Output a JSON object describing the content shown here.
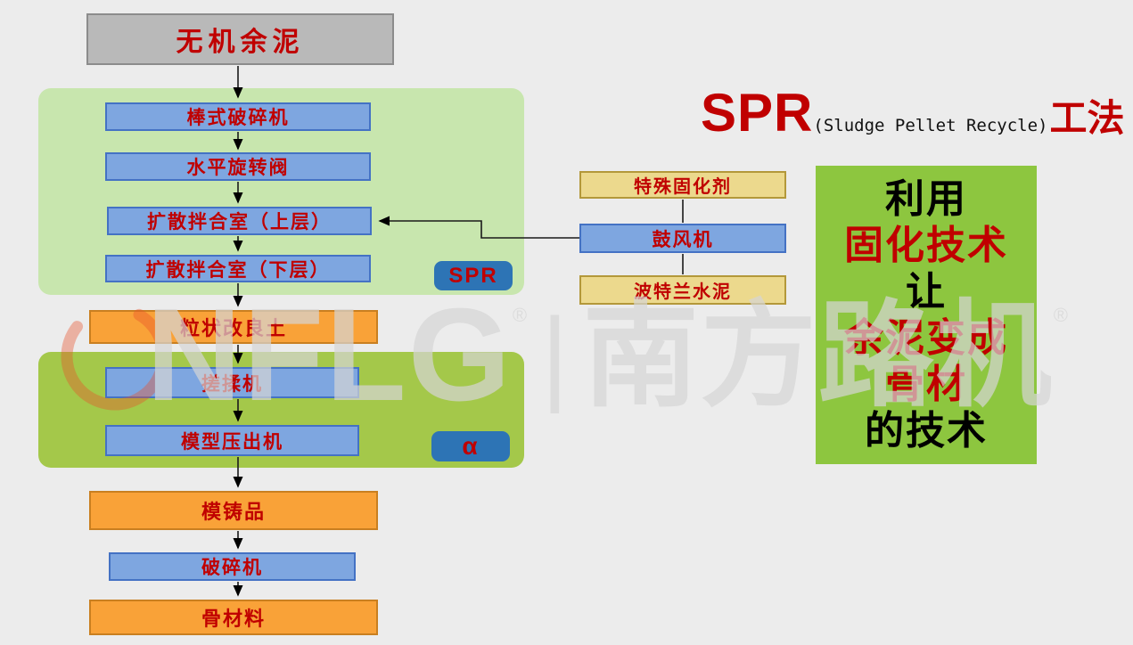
{
  "colors": {
    "bg": "#ececec",
    "red-text": "#c00000",
    "blue-fill": "#7ea6e0",
    "blue-border": "#4472c4",
    "orange-fill": "#f9a238",
    "orange-border": "#c97f20",
    "yellow-fill": "#ecd98d",
    "yellow-border": "#b3983a",
    "gray-fill": "#b9b9b9",
    "gray-border": "#8c8c8c",
    "green-light": "#c8e6ae",
    "green-mid": "#a4c84a",
    "green-panel": "#8dc63f",
    "badge-fill": "#2d74b5"
  },
  "title": {
    "spr": "SPR",
    "subtitle": "(Sludge Pellet Recycle)",
    "method": "工法"
  },
  "flow": {
    "source": "无机余泥",
    "stage1": [
      "棒式破碎机",
      "水平旋转阀",
      "扩散拌合室（上层）",
      "扩散拌合室（下层）"
    ],
    "stage1_badge": "SPR",
    "granular": "粒状改良土",
    "stage2": [
      "搓揉机",
      "模型压出机"
    ],
    "stage2_badge": "α",
    "molded": "模铸品",
    "crusher": "破碎机",
    "aggregate": "骨材料"
  },
  "additives": [
    "特殊固化剂",
    "鼓风机",
    "波特兰水泥"
  ],
  "panel": {
    "lines": [
      {
        "text": "利用",
        "emphasis": false
      },
      {
        "text": "固化技术",
        "emphasis": true
      },
      {
        "text": "让",
        "emphasis": false
      },
      {
        "text": "余泥变成",
        "emphasis": true
      },
      {
        "text": "骨材",
        "emphasis": true
      },
      {
        "text": "的技术",
        "emphasis": false
      }
    ]
  },
  "watermark": {
    "brand": "NFLG",
    "divider": "|",
    "cn": "南方路机",
    "reg": "®"
  }
}
